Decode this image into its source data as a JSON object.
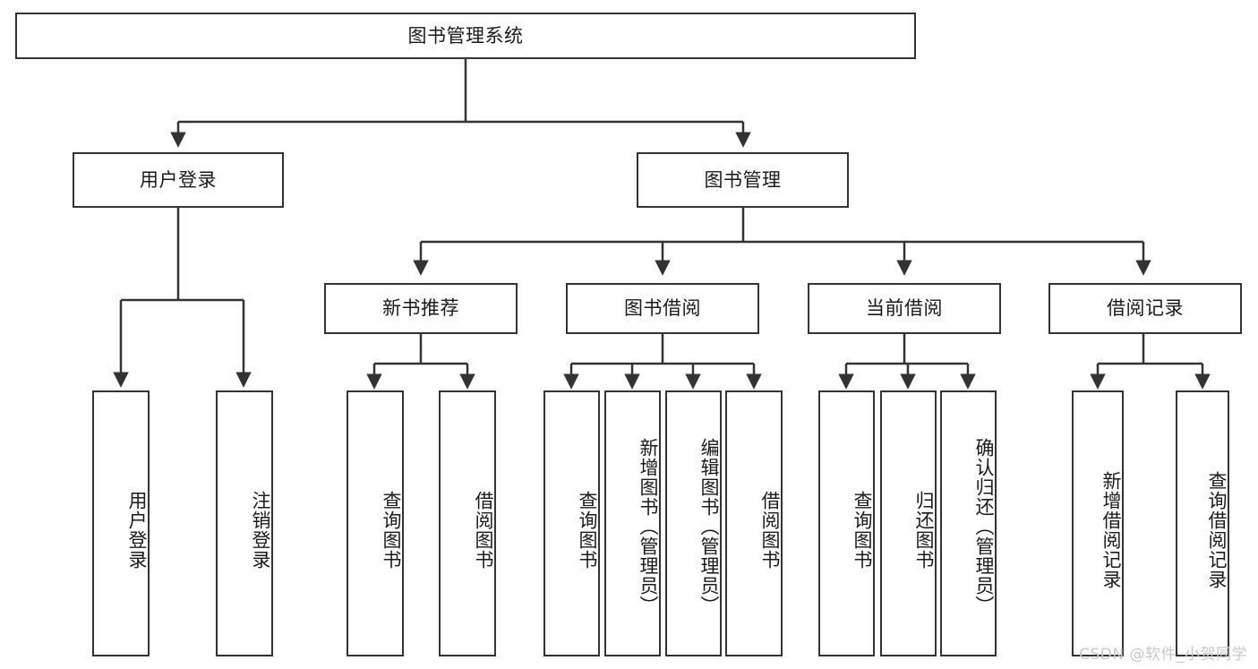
{
  "diagram": {
    "type": "hierarchy-tree",
    "title": "图书管理系统",
    "root": {
      "id": "root",
      "label": "图书管理系统"
    },
    "level2": [
      {
        "id": "user-login",
        "label": "用户登录"
      },
      {
        "id": "book-management",
        "label": "图书管理"
      }
    ],
    "level3": [
      {
        "id": "new-book-recommend",
        "label": "新书推荐",
        "parent": "book-management"
      },
      {
        "id": "book-borrow",
        "label": "图书借阅",
        "parent": "book-management"
      },
      {
        "id": "current-borrow",
        "label": "当前借阅",
        "parent": "book-management"
      },
      {
        "id": "borrow-record",
        "label": "借阅记录",
        "parent": "book-management"
      }
    ],
    "leaves": [
      {
        "id": "leaf-user-login",
        "label": "用户登录",
        "parent": "user-login"
      },
      {
        "id": "leaf-logout-login",
        "label": "注销登录",
        "parent": "user-login"
      },
      {
        "id": "leaf-query-book-1",
        "label": "查询图书",
        "parent": "new-book-recommend"
      },
      {
        "id": "leaf-borrow-book-1",
        "label": "借阅图书",
        "parent": "new-book-recommend"
      },
      {
        "id": "leaf-query-book-2",
        "label": "查询图书",
        "parent": "book-borrow"
      },
      {
        "id": "leaf-add-book",
        "label": "新增图书（管理员）",
        "parent": "book-borrow"
      },
      {
        "id": "leaf-edit-book",
        "label": "编辑图书（管理员）",
        "parent": "book-borrow"
      },
      {
        "id": "leaf-borrow-book-2",
        "label": "借阅图书",
        "parent": "book-borrow"
      },
      {
        "id": "leaf-query-book-3",
        "label": "查询图书",
        "parent": "current-borrow"
      },
      {
        "id": "leaf-return-book",
        "label": "归还图书",
        "parent": "current-borrow"
      },
      {
        "id": "leaf-confirm-return",
        "label": "确认归还（管理员）",
        "parent": "current-borrow"
      },
      {
        "id": "leaf-add-record",
        "label": "新增借阅记录",
        "parent": "borrow-record"
      },
      {
        "id": "leaf-query-record",
        "label": "查询借阅记录",
        "parent": "borrow-record"
      }
    ],
    "colors": {
      "stroke": "#333333",
      "fill": "#ffffff",
      "text": "#1a1a1a",
      "watermark": "#c9c9c9"
    }
  },
  "watermark": {
    "text": "CSDN @软件_小贺同学"
  }
}
